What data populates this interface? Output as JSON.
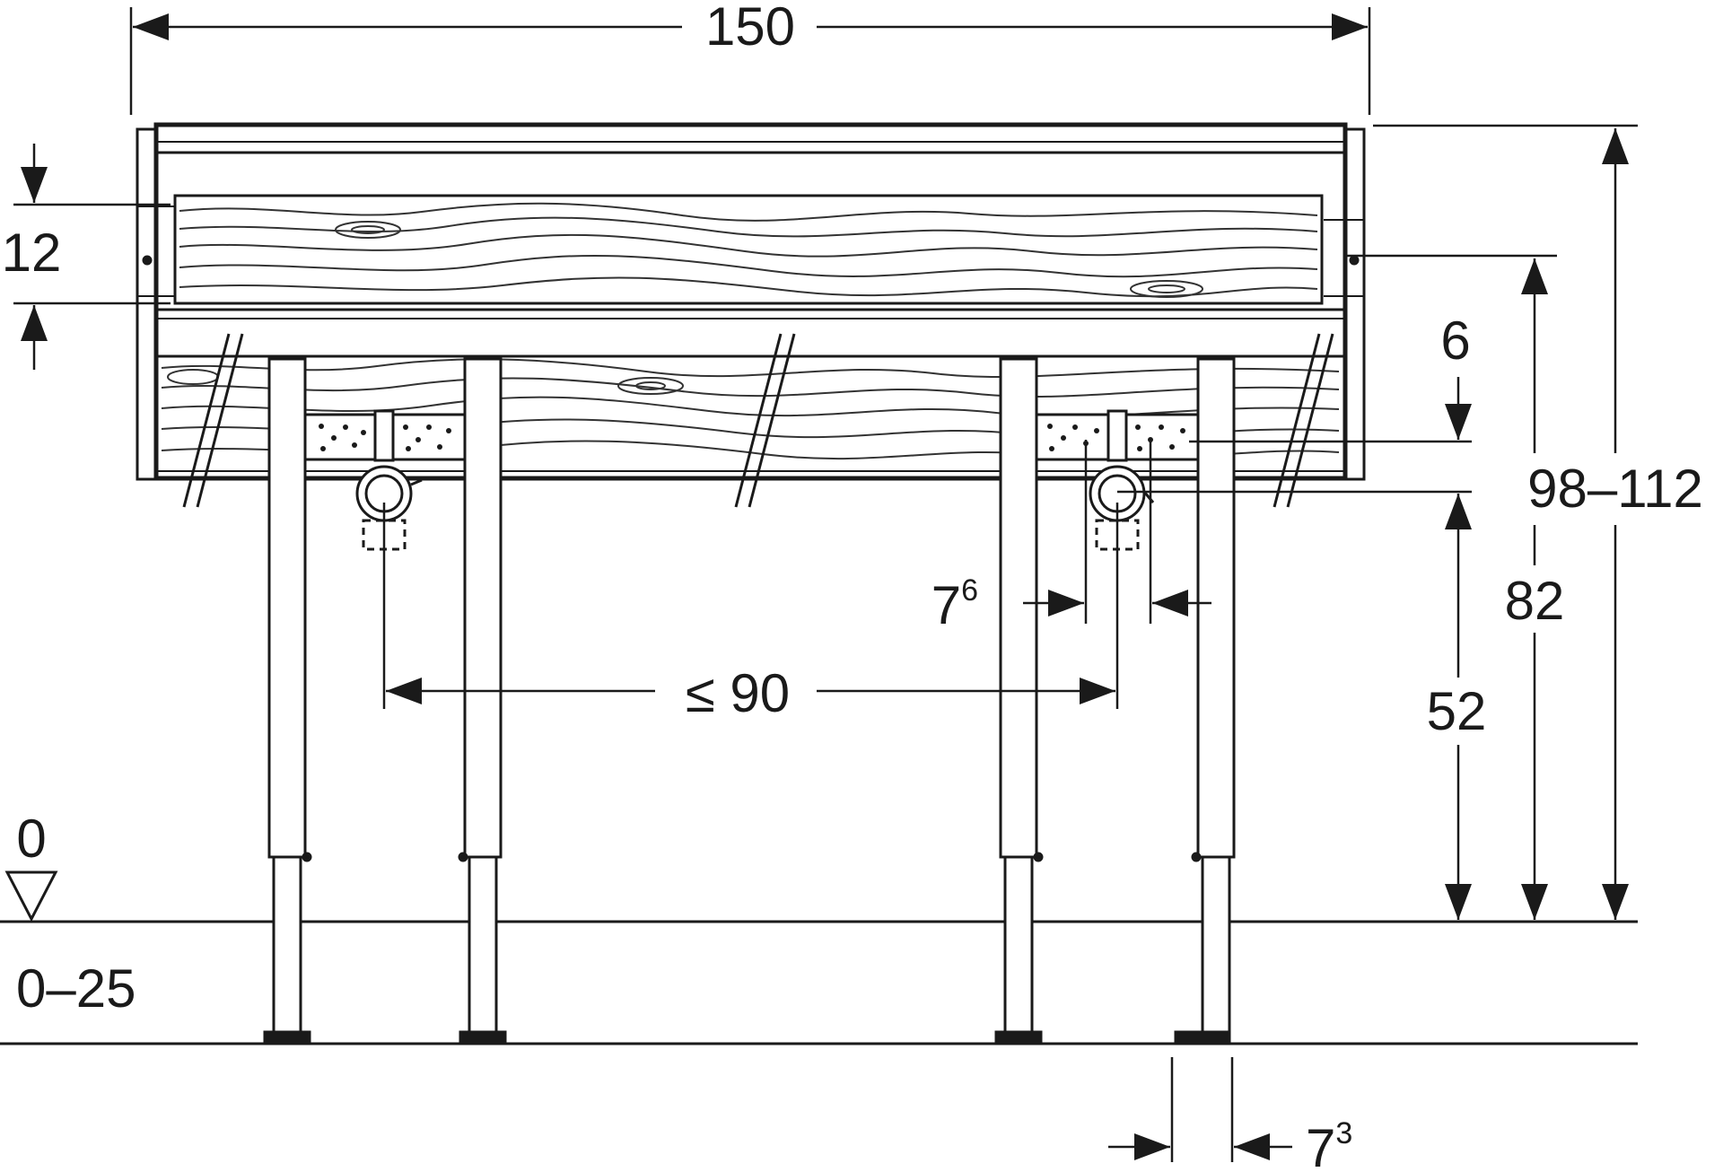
{
  "dimensions": {
    "total_width": "150",
    "crossbar_height": "12",
    "offset_top": "6",
    "total_height": "98–112",
    "height_82": "82",
    "height_52": "52",
    "supply_spacing": "≤ 90",
    "supply_offset_base": "7",
    "supply_offset_sup": "6",
    "foot_width_base": "7",
    "foot_width_sup": "3",
    "floor_zero": "0",
    "floor_range": "0–25"
  },
  "colors": {
    "line": "#1a1a1a",
    "frame_fill": "#ffffff",
    "wood_grain": "#333333"
  }
}
